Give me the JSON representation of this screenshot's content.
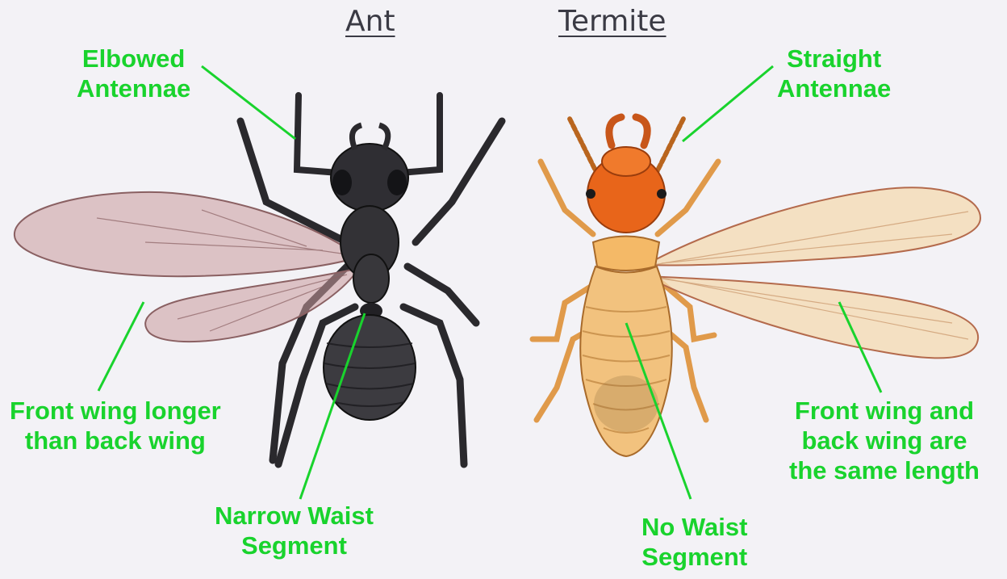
{
  "headings": {
    "ant": "Ant",
    "termite": "Termite"
  },
  "labels": {
    "elbowed": [
      "Elbowed",
      "Antennae"
    ],
    "straight": [
      "Straight",
      "Antennae"
    ],
    "front_ant": [
      "Front wing longer",
      "than back wing"
    ],
    "front_termite": [
      "Front wing and",
      "back wing are",
      "the same length"
    ],
    "narrow": [
      "Narrow Waist",
      "Segment"
    ],
    "nowaist": [
      "No Waist",
      "Segment"
    ]
  },
  "colors": {
    "label_green": "#19d32d",
    "ant_body": "#2b2a2e",
    "ant_wing": "#c89a9c",
    "termite_head": "#e8651a",
    "termite_body": "#f2c27e",
    "termite_wing": "#f4d9b0"
  }
}
